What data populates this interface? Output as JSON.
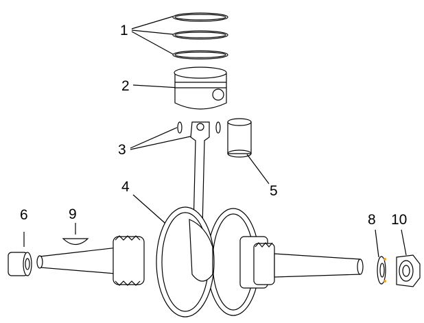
{
  "callouts": {
    "c1": "1",
    "c2": "2",
    "c3": "3",
    "c4": "4",
    "c5": "5",
    "c6": "6",
    "c8": "8",
    "c9": "9",
    "c10": "10"
  },
  "colors": {
    "line": "#000000",
    "washer_mark": "#f0a020"
  }
}
